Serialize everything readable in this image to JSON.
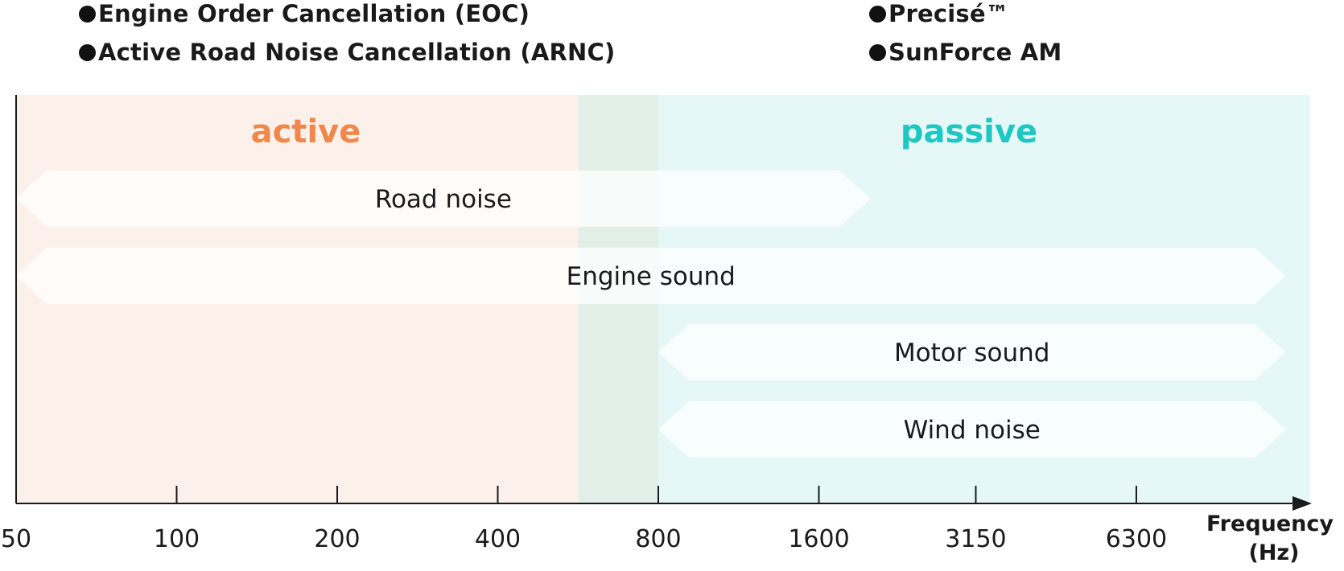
{
  "technologies": {
    "active": [
      {
        "name": "Engine Order Cancellation (EOC)"
      },
      {
        "name": "Active Road Noise Cancellation (ARNC)"
      }
    ],
    "passive": [
      {
        "name": "Precisé™"
      },
      {
        "name": "SunForce AM"
      }
    ]
  },
  "zones": {
    "active": {
      "label": "active",
      "color": "#f0884c",
      "fill": "#fcf1ea",
      "from_hz": 50,
      "to_hz": 566
    },
    "overlap": {
      "fill": "#e2efe9",
      "from_hz": 566,
      "to_hz": 800
    },
    "passive": {
      "label": "passive",
      "color": "#1ec7c1",
      "fill": "#e5f8f7",
      "from_hz": 800,
      "to_hz": 13500
    }
  },
  "noise_bands": [
    {
      "label": "Road noise",
      "from_hz": 50,
      "to_hz": 2000
    },
    {
      "label": "Engine sound",
      "from_hz": 50,
      "to_hz": 12000
    },
    {
      "label": "Motor sound",
      "from_hz": 800,
      "to_hz": 12000
    },
    {
      "label": "Wind noise",
      "from_hz": 800,
      "to_hz": 12000
    }
  ],
  "axis": {
    "ticks": [
      "50",
      "100",
      "200",
      "400",
      "800",
      "1600",
      "3150",
      "6300"
    ],
    "title_line1": "Frequency",
    "title_line2": "(Hz)"
  }
}
